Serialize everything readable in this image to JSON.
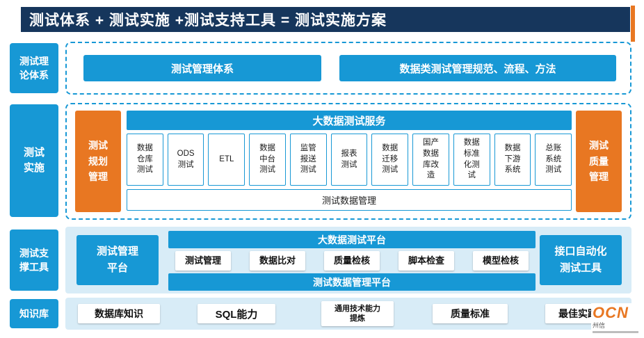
{
  "title_bar": {
    "text": "测试体系 + 测试实施 +测试支持工具 = 测试实施方案"
  },
  "colors": {
    "navy": "#16365c",
    "blue": "#1798d5",
    "orange": "#e87722",
    "light_blue_bg": "#d8ecf7"
  },
  "theory_row": {
    "label": "测试理\n论体系",
    "box_left": "测试管理体系",
    "box_right": "数据类测试管理规范、流程、方法"
  },
  "implementation_row": {
    "label": "测试\n实施",
    "left_box": "测试\n规划\n管理",
    "header": "大数据测试服务",
    "services": [
      "数据\n仓库\n测试",
      "ODS\n测试",
      "ETL",
      "数据\n中台\n测试",
      "监管\n报送\n测试",
      "报表\n测试",
      "数据\n迁移\n测试",
      "国产\n数据\n库改\n造",
      "数据\n标准\n化测\n试",
      "数据\n下游\n系统",
      "总账\n系统\n测试"
    ],
    "footer": "测试数据管理",
    "right_box": "测试\n质量\n管理"
  },
  "tools_row": {
    "label": "测试支\n撑工具",
    "left_box": "测试管理\n平台",
    "header": "大数据测试平台",
    "tools": [
      "测试管理",
      "数据比对",
      "质量检核",
      "脚本检查",
      "模型检核"
    ],
    "footer": "测试数据管理平台",
    "right_box": "接口自动化\n测试工具"
  },
  "knowledge_row": {
    "label": "知识库",
    "items": [
      "数据库知识",
      "SQL能力",
      "通用技术能力\n提炼",
      "质量标准",
      "最佳实践"
    ]
  },
  "logo": {
    "main": "OCN",
    "sub": "州信"
  }
}
